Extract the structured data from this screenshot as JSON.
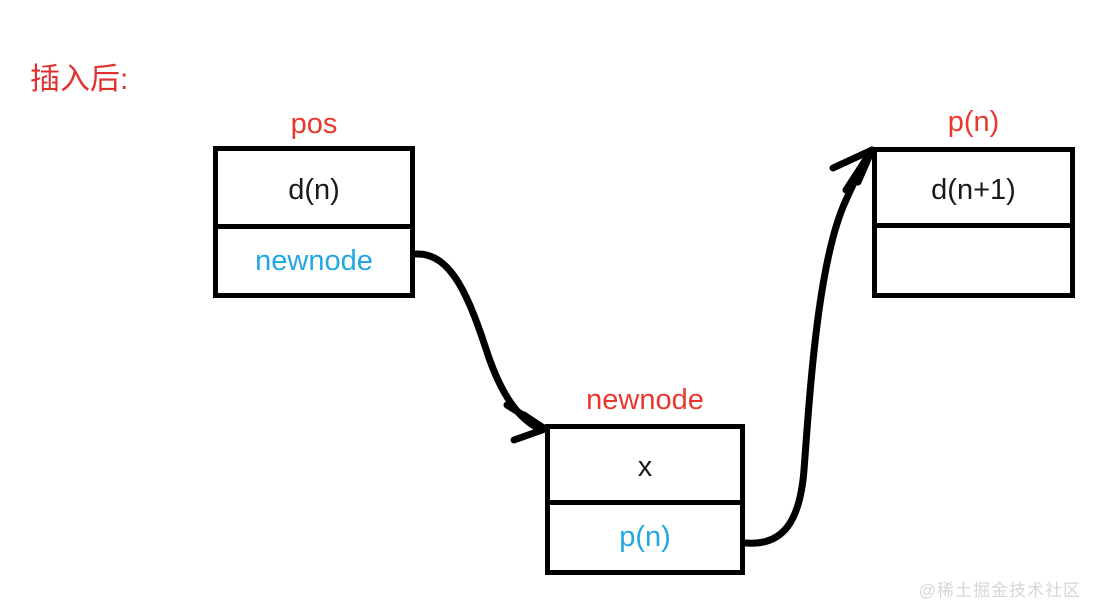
{
  "diagram": {
    "title": "插入后:",
    "title_color": "#e03131",
    "accent_label_color": "#e8382f",
    "pointer_text_color": "#22a7e0",
    "value_text_color": "#1a1a1a",
    "stroke_color": "#000000",
    "background": "#ffffff"
  },
  "nodes": [
    {
      "id": "node-pos",
      "label": "pos",
      "value": "d(n)",
      "pointer": "newnode"
    },
    {
      "id": "node-newnode",
      "label": "newnode",
      "value": "x",
      "pointer": "p(n)"
    },
    {
      "id": "node-pn",
      "label": "p(n)",
      "value": "d(n+1)",
      "pointer": ""
    }
  ],
  "connectors": [
    {
      "id": "pos-to-newnode",
      "from": "node-pos",
      "to": "node-newnode"
    },
    {
      "id": "newnode-to-pn",
      "from": "node-newnode",
      "to": "node-pn"
    }
  ],
  "watermark": {
    "text": "@稀土掘金技术社区"
  }
}
